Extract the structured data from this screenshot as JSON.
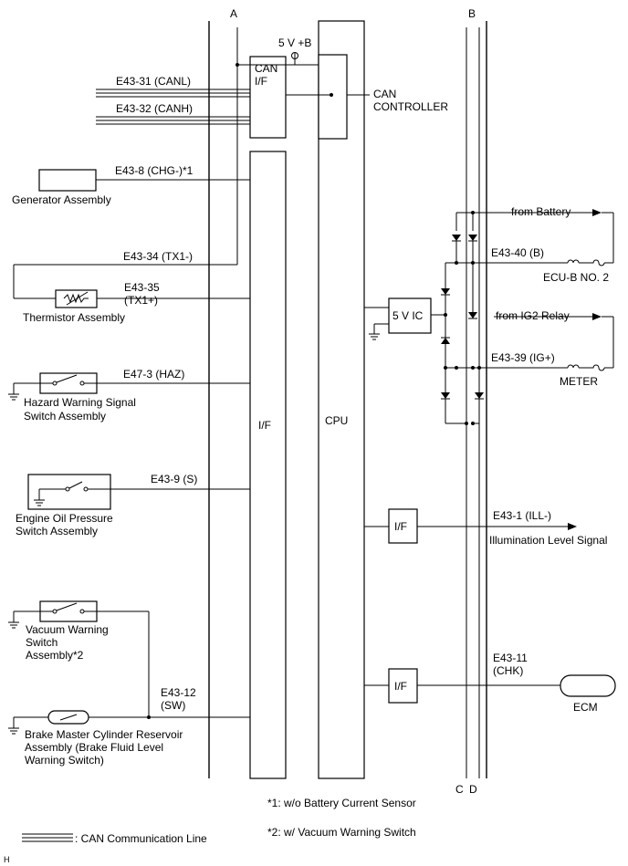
{
  "labels": {
    "bus_a": "A",
    "bus_b": "B",
    "bus_c": "C",
    "bus_d": "D",
    "supply_5v": "5 V +B",
    "can_if": [
      "CAN",
      "I/F"
    ],
    "can_controller": [
      "CAN",
      "CONTROLLER"
    ],
    "if_main": "I/F",
    "cpu": "CPU",
    "ic_5v": "5 V IC",
    "if_ill": "I/F",
    "if_chk": "I/F",
    "footer_mark": "H"
  },
  "terminals": {
    "canl": "E43-31 (CANL)",
    "canh": "E43-32 (CANH)",
    "chg": "E43-8 (CHG-)*1",
    "tx1m": "E43-34 (TX1-)",
    "tx1p": [
      "E43-35",
      "(TX1+)"
    ],
    "haz": "E47-3 (HAZ)",
    "s": "E43-9 (S)",
    "sw": [
      "E43-12",
      "(SW)"
    ],
    "b": "E43-40 (B)",
    "igp": "E43-39 (IG+)",
    "ill": "E43-1 (ILL-)",
    "chk": [
      "E43-11",
      "(CHK)"
    ]
  },
  "components": {
    "generator": "Generator Assembly",
    "thermistor": "Thermistor Assembly",
    "hazard": [
      "Hazard Warning Signal",
      "Switch Assembly"
    ],
    "oil": [
      "Engine Oil Pressure",
      "Switch Assembly"
    ],
    "vacuum": [
      "Vacuum Warning",
      "Switch",
      "Assembly*2"
    ],
    "brake": [
      "Brake Master Cylinder Reservoir",
      "Assembly (Brake Fluid Level",
      "Warning Switch)"
    ],
    "battery": "from Battery",
    "ecu_b": "ECU-B NO. 2",
    "ig2": "from IG2 Relay",
    "meter": "METER",
    "ill_signal": "Illumination Level Signal",
    "ecm": "ECM"
  },
  "notes": {
    "n1": "*1: w/o Battery Current Sensor",
    "n2": "*2: w/ Vacuum Warning Switch",
    "can_legend": ": CAN Communication Line"
  }
}
